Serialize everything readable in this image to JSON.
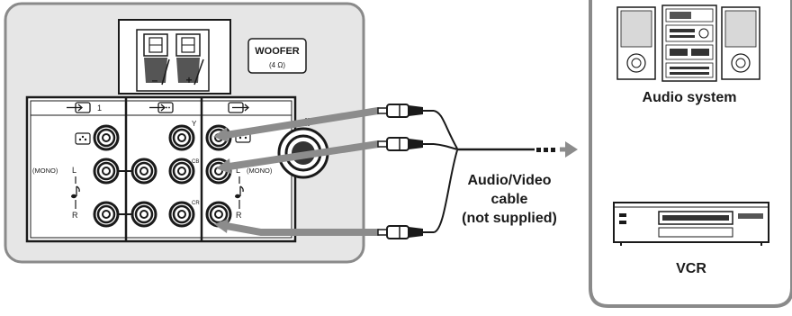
{
  "panel": {
    "woofer_label": "WOOFER",
    "woofer_impedance": "(4 Ω)",
    "terminal_minus": "–",
    "terminal_plus": "+",
    "input1_number": "1",
    "column_y_label": "Y",
    "column_cb_label": "CB",
    "column_cr_label": "CR",
    "mono_left": "(MONO)",
    "mono_right": "(MONO)",
    "left_letter": "L",
    "right_letter": "R",
    "left_letter_out": "L",
    "right_letter_out": "R"
  },
  "cable": {
    "label_line1": "Audio/Video",
    "label_line2": "cable",
    "label_line3": "(not supplied)"
  },
  "devices": {
    "audio_system": "Audio system",
    "vcr": "VCR"
  },
  "colors": {
    "panel_border": "#8a8a8a",
    "panel_fill": "#e6e6e6",
    "cable_gray": "#8c8c8c",
    "line": "#1a1a1a"
  },
  "icons": [
    "input-arrow-icon",
    "component-input-icon",
    "output-arrow-icon",
    "video-icon",
    "music-note-icon"
  ]
}
